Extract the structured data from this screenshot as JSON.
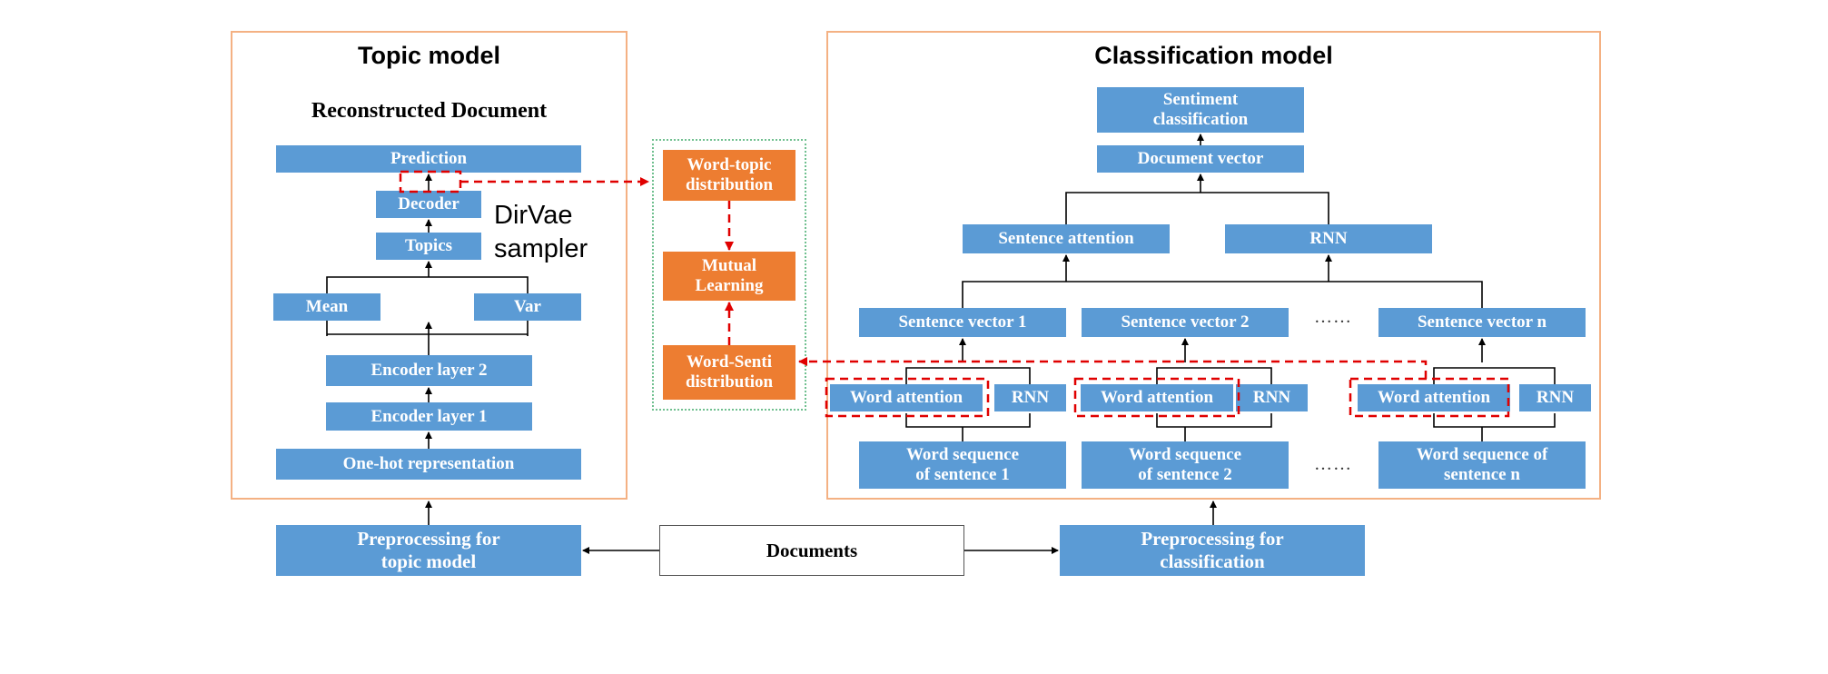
{
  "topic_model": {
    "title": "Topic model",
    "subtitle": "Reconstructed Document",
    "prediction": "Prediction",
    "decoder": "Decoder",
    "topics": "Topics",
    "mean": "Mean",
    "var": "Var",
    "encoder2": "Encoder layer 2",
    "encoder1": "Encoder layer 1",
    "onehot": "One-hot representation",
    "sampler_label": "DirVae\nsampler"
  },
  "mutual": {
    "word_topic": "Word-topic\ndistribution",
    "mutual_learning": "Mutual\nLearning",
    "word_senti": "Word-Senti\ndistribution"
  },
  "classification_model": {
    "title": "Classification model",
    "sentiment": "Sentiment\nclassification",
    "doc_vector": "Document vector",
    "sent_attention": "Sentence attention",
    "rnn_top": "RNN",
    "sv1": "Sentence vector 1",
    "sv2": "Sentence vector 2",
    "svn": "Sentence vector n",
    "ellipsis": "……",
    "wa": "Word attention",
    "rnn": "RNN",
    "ws1": "Word sequence\nof sentence 1",
    "ws2": "Word sequence\nof sentence 2",
    "wsn": "Word sequence of\nsentence n"
  },
  "bottom": {
    "pre_topic": "Preprocessing for\ntopic model",
    "documents": "Documents",
    "pre_class": "Preprocessing for\nclassification"
  }
}
